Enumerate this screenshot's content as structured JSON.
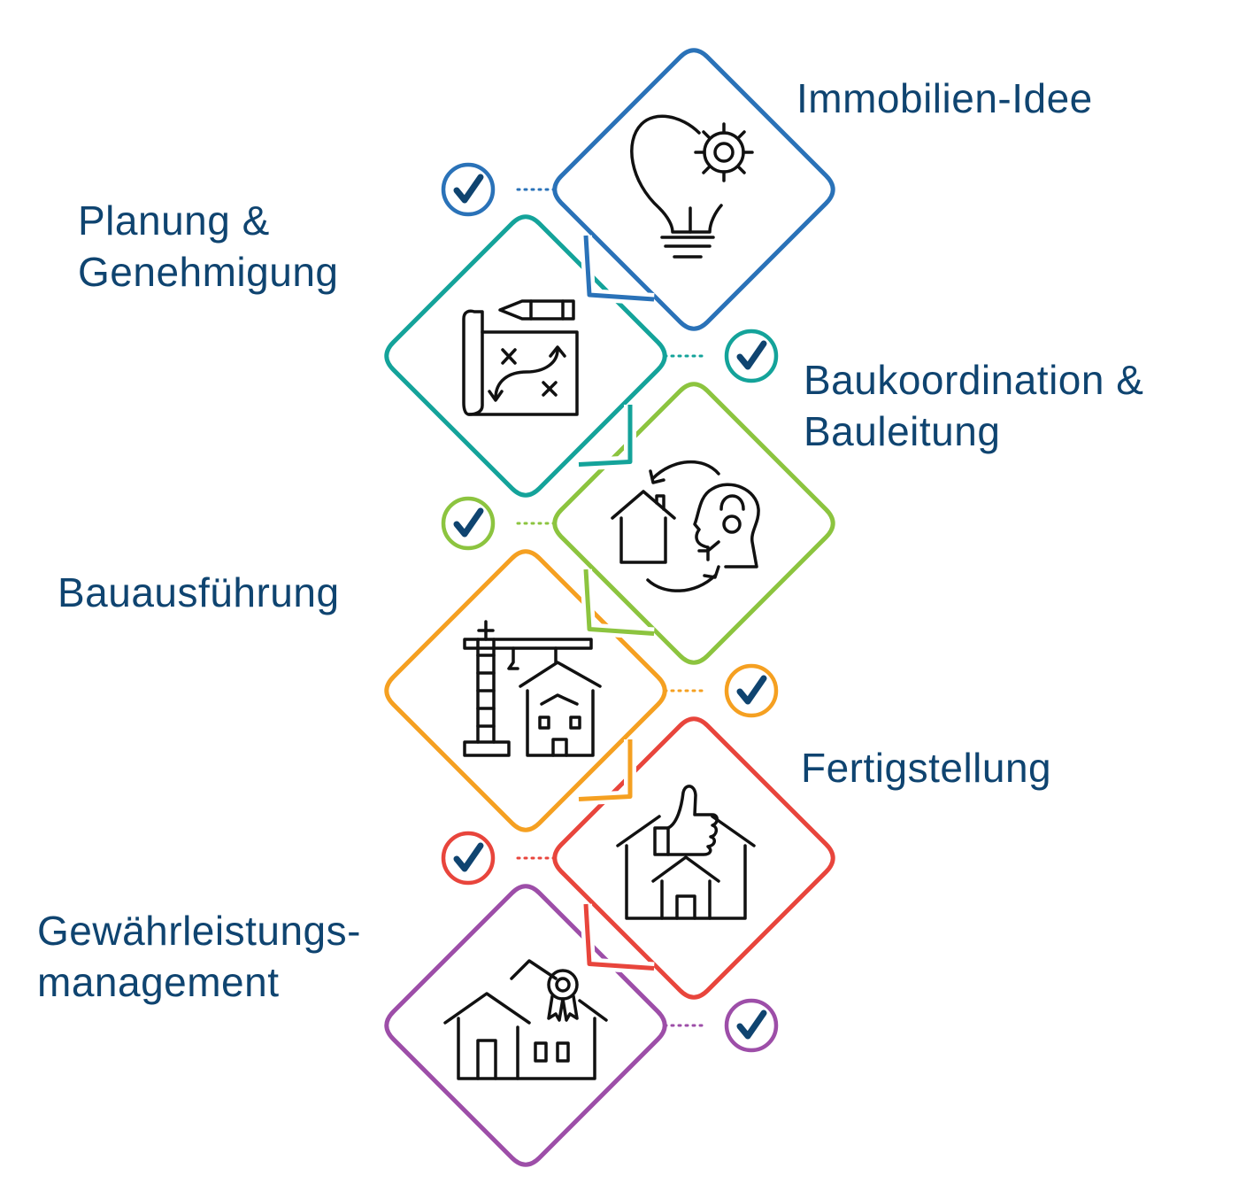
{
  "colors": {
    "text": "#0f4470",
    "check": "#0f4470",
    "icon_stroke": "#111111",
    "background": "#ffffff"
  },
  "steps": [
    {
      "id": "immobilien-idee",
      "lines": [
        "Immobilien-Idee"
      ],
      "color": "#2a72b8",
      "icon": "lightbulb-gear-icon",
      "completed": true
    },
    {
      "id": "planung-genehmigung",
      "lines": [
        "Planung &",
        "Genehmigung"
      ],
      "color": "#14a39a",
      "icon": "blueprint-pencil-icon",
      "completed": true
    },
    {
      "id": "baukoordination-bauleitung",
      "lines": [
        "Baukoordination &",
        "Bauleitung"
      ],
      "color": "#8cc43f",
      "icon": "house-consultant-cycle-icon",
      "completed": true
    },
    {
      "id": "bauausfuehrung",
      "lines": [
        "Bauausführung"
      ],
      "color": "#f5a021",
      "icon": "crane-house-icon",
      "completed": true
    },
    {
      "id": "fertigstellung",
      "lines": [
        "Fertigstellung"
      ],
      "color": "#e8453c",
      "icon": "house-thumbs-up-icon",
      "completed": true
    },
    {
      "id": "gewaehrleistungsmanagement",
      "lines": [
        "Gewährleistungs-",
        "management"
      ],
      "color": "#9d4ea8",
      "icon": "house-award-badge-icon",
      "completed": true
    }
  ]
}
